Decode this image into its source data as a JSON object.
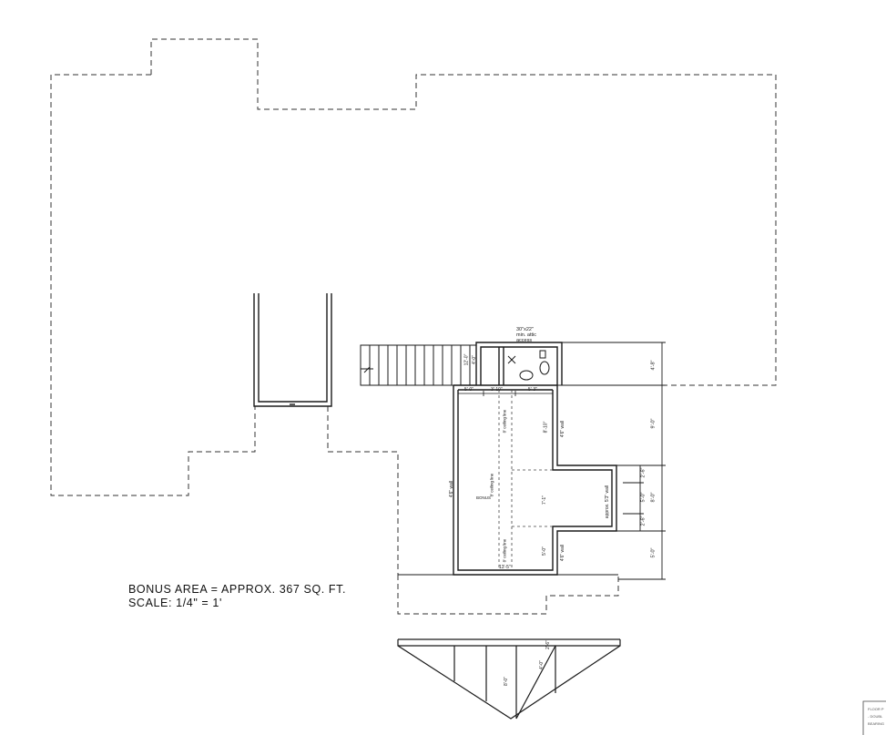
{
  "notes": {
    "bonus_area": "BONUS AREA = APPROX. 367 SQ. FT.",
    "scale": "SCALE: 1/4\" = 1'"
  },
  "attic_access": {
    "line1": "30\"x22\"",
    "line2": "min. attic",
    "line3": "access"
  },
  "room_label": "BONUS",
  "dims_right": [
    "4'-8\"",
    "9'-0\"",
    "2'-6\"",
    "5'-0\"",
    "8'-0\"",
    "2'-6\"",
    "5'-0\""
  ],
  "dims_top": [
    "5'-0\"",
    "3'-10\"",
    "5'-3\""
  ],
  "dims_inner": [
    "8'-10\"",
    "7'-1\"",
    "5'-0\"",
    "13'-5\"",
    "12'-0\"",
    "4'-0\""
  ],
  "wall_notes": [
    "4'6\" wall",
    "4'6\" wall",
    "approx. 5'3\" wall",
    "4'6\" wall"
  ],
  "ceiling_notes": [
    "8' ceiling line",
    "8' ceiling line",
    "8' ceiling line"
  ],
  "section_dims": [
    "4'-0\"",
    "8'-0\"",
    "2'-6\""
  ],
  "stamp": {
    "line1": "FLOOR P",
    "line2": "- DOUBL",
    "line3": "BEARING"
  },
  "colors": {
    "line": "#1a1a1a",
    "dashed": "#333333",
    "wall_fill": "#d9d9d9"
  }
}
